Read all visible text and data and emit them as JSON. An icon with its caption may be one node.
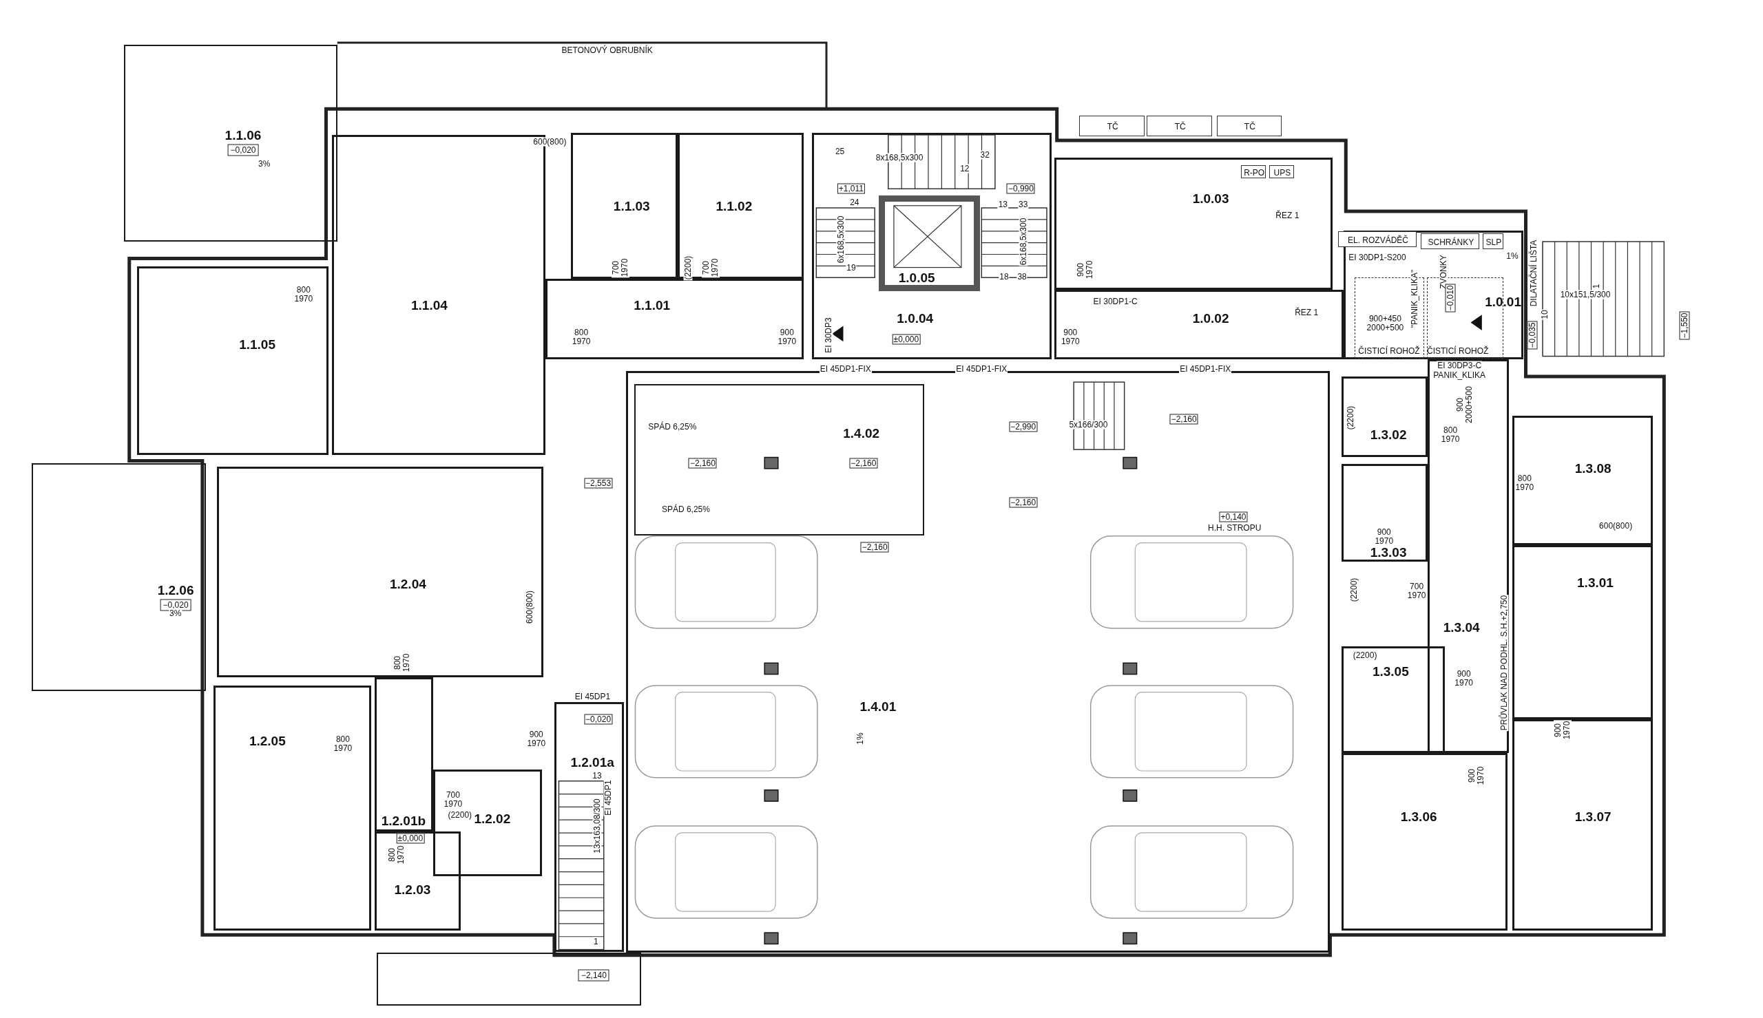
{
  "diagram": {
    "nodes": [
      {
        "text": [
          "1.1.06",
          "−0,020"
        ]
      },
      {
        "text": [
          "1.1.04"
        ]
      },
      {
        "text": [
          "1.1.03"
        ]
      },
      {
        "text": [
          "1.1.02"
        ]
      },
      {
        "text": [
          "1.1.01"
        ]
      },
      {
        "text": [
          "1.1.05"
        ]
      },
      {
        "text": [
          "1.0.04"
        ]
      },
      {
        "text": [
          "1.0.05"
        ],
        "in": 6
      },
      {
        "text": [
          "1.0.03"
        ]
      },
      {
        "text": [
          "1.0.02"
        ]
      },
      {
        "text": [
          "1.0.01"
        ]
      },
      {
        "text": [
          "1.2.06",
          "−0,020"
        ]
      },
      {
        "text": [
          "1.2.04"
        ]
      },
      {
        "text": [
          "1.2.05"
        ]
      },
      {
        "text": [
          "1.2.01b"
        ]
      },
      {
        "text": [
          "1.2.02"
        ]
      },
      {
        "text": [
          "1.2.03"
        ]
      },
      {
        "text": [
          "1.2.01a"
        ]
      },
      {
        "text": [
          "1.4.01"
        ]
      },
      {
        "text": [
          "1.4.02"
        ],
        "in": 18
      },
      {
        "text": [
          "1.3.02"
        ]
      },
      {
        "text": [
          "1.3.03"
        ]
      },
      {
        "text": [
          "1.3.04"
        ]
      },
      {
        "text": [
          "1.3.05"
        ]
      },
      {
        "text": [
          "1.3.06"
        ]
      },
      {
        "text": [
          "1.3.08"
        ]
      },
      {
        "text": [
          "1.3.01"
        ]
      },
      {
        "text": [
          "1.3.07"
        ]
      },
      {
        "text": [
          "−2,140"
        ]
      },
      {
        "text": [
          "TČ"
        ]
      },
      {
        "text": [
          "TČ"
        ]
      },
      {
        "text": [
          "TČ"
        ]
      },
      {
        "text": [
          "R-PO"
        ],
        "in": 8
      },
      {
        "text": [
          "UPS"
        ],
        "in": 8
      },
      {
        "text": [
          "EL. ROZVÁDĚČ"
        ]
      },
      {
        "text": [
          "SCHRÁNKY"
        ],
        "in": 10
      },
      {
        "text": [
          "SLP"
        ],
        "in": 10
      },
      {
        "text": [
          "ČISTICÍ ROHOŽ"
        ],
        "in": 10
      },
      {
        "text": [
          "ČISTICÍ ROHOŽ"
        ],
        "in": 10
      }
    ],
    "labels": [
      "BETONOVÝ OBRUBNÍK",
      "3%",
      "600(800)",
      "800 1970",
      "700 1970",
      "(2200)",
      "700 1970",
      "800 1970",
      "900 1970",
      "EI 30DP3",
      "+1,011",
      "−0,990",
      "25",
      "8x168,5x300",
      "32",
      "12",
      "24",
      "6x168,5x300",
      "19",
      "13",
      "33",
      "6x168,5x300",
      "18",
      "38",
      "±0,000",
      "900 1970",
      "900 1970",
      "EI 30DP1-C",
      "EI 45DP1-FIX",
      "EI 45DP1-FIX",
      "EI 45DP1-FIX",
      "ŘEZ 1",
      "ŘEZ 1",
      "EI 30DP1-S200",
      "ZVONKY",
      "1%",
      "−0,010",
      "\"PANIK_KLIKA\"",
      "900+450 2000+500",
      "DILATAČNÍ LIŠTA",
      "10",
      "10x151,5/300",
      "1",
      "−0,035",
      "−1,550",
      "EI 30DP3-C",
      "PANIK_KLIKA",
      "900 2000+500",
      "SPÁD 6,25%",
      "−2,990",
      "5x166/300",
      "−2,160",
      "−2,160",
      "−2,160",
      "−2,553",
      "SPÁD 6,25%",
      "−2,160",
      "−2,160",
      "+0,140",
      "H.H. STROPU",
      "(2200)",
      "800 1970",
      "800 1970",
      "600(800)",
      "900 1970",
      "700 1970",
      "(2200)",
      "(2200)",
      "900 1970",
      "PRŮVLAK NAD PODHL. S.H.+2,750",
      "900 1970",
      "900 1970",
      "600(800)",
      "800 1970",
      "EI 45DP1",
      "−0,020",
      "800 1970",
      "900 1970",
      "13",
      "13x163,08/300",
      "EI 45DP1",
      "1",
      "700 1970",
      "(2200)",
      "±0,000",
      "800 1970",
      "1%",
      "3%"
    ]
  }
}
